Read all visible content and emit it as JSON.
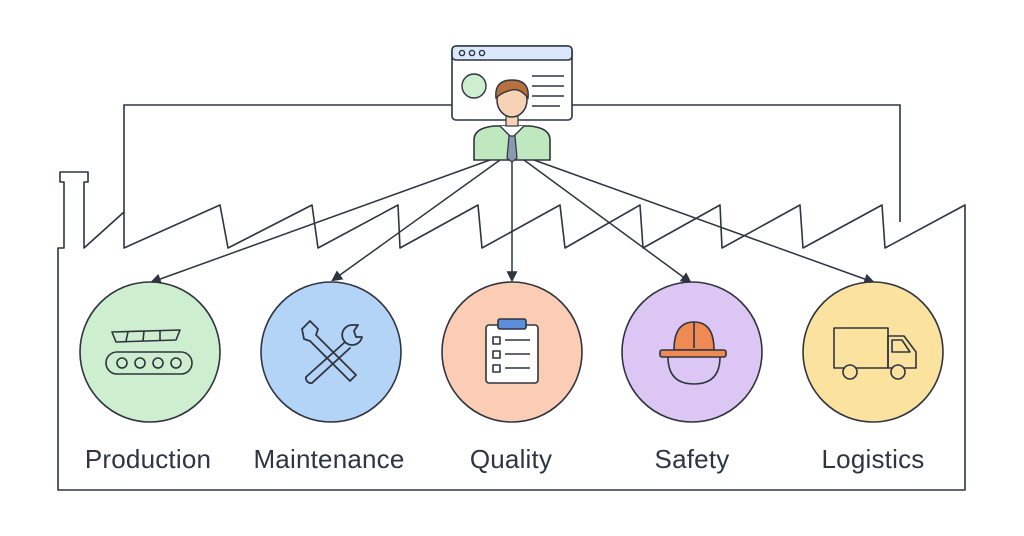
{
  "nodes": [
    {
      "key": "production",
      "label": "Production",
      "icon": "conveyor-belt-icon",
      "fill": "#cdeecf"
    },
    {
      "key": "maintenance",
      "label": "Maintenance",
      "icon": "wrench-icon",
      "fill": "#b4d4f7"
    },
    {
      "key": "quality",
      "label": "Quality",
      "icon": "clipboard-checklist-icon",
      "fill": "#fbcdb5"
    },
    {
      "key": "safety",
      "label": "Safety",
      "icon": "hard-hat-icon",
      "fill": "#dcc6f4"
    },
    {
      "key": "logistics",
      "label": "Logistics",
      "icon": "delivery-truck-icon",
      "fill": "#fbe39f"
    }
  ],
  "manager": {
    "icon": "person-at-dashboard-icon"
  },
  "colors": {
    "stroke": "#2f3440",
    "shirt": "#bfe8bf",
    "screen_accent": "#5b8fd9"
  }
}
